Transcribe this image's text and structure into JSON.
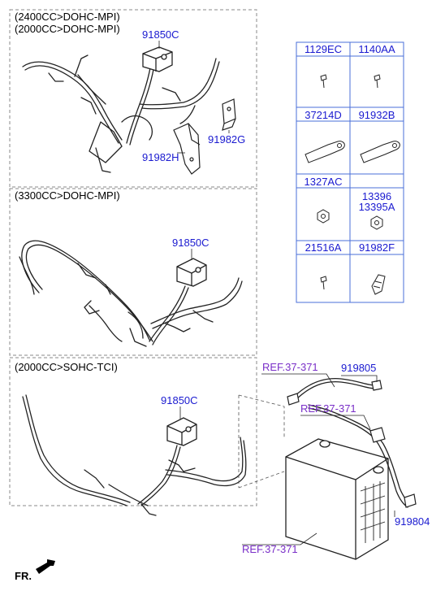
{
  "sections": [
    {
      "id": "s1",
      "variants": [
        "(2400CC>DOHC-MPI)",
        "(2000CC>DOHC-MPI)"
      ]
    },
    {
      "id": "s2",
      "variants": [
        "(3300CC>DOHC-MPI)"
      ]
    },
    {
      "id": "s3",
      "variants": [
        "(2000CC>SOHC-TCI)"
      ]
    }
  ],
  "part_labels": {
    "p91850c_1": "91850C",
    "p91982g": "91982G",
    "p91982h": "91982H",
    "p91850c_2": "91850C",
    "p91850c_3": "91850C",
    "p919805": "919805",
    "p919804": "919804"
  },
  "refs": {
    "ref1": "REF.37-371",
    "ref2": "REF.37-371",
    "ref3": "REF.37-371"
  },
  "legend": [
    {
      "left": "1129EC",
      "right": "1140AA"
    },
    {
      "left": "37214D",
      "right": "91932B"
    },
    {
      "left": "1327AC",
      "right": "13396",
      "right2": "13395A"
    },
    {
      "left": "21516A",
      "right": "91982F"
    }
  ],
  "front_marker": "FR.",
  "colors": {
    "part_label": "#1a1ad0",
    "reference": "#7a2fc8",
    "legend_border": "#4a6fd8",
    "frame": "#888888"
  }
}
